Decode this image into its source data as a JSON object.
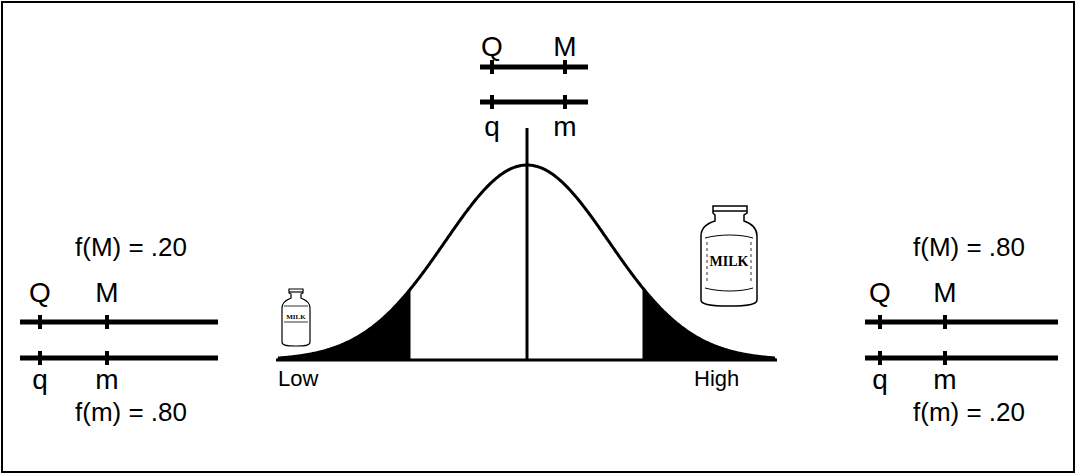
{
  "diagram": {
    "labels": [
      "Q",
      "M",
      "f(M) = .20",
      "Q",
      "M",
      "f(M) = .80",
      "Q",
      "M",
      "q",
      "m",
      "MILK",
      "MILK",
      "q",
      "m",
      "Low",
      "High",
      "q",
      "m",
      "f(m) = .80",
      "f(m) = .20"
    ]
  }
}
